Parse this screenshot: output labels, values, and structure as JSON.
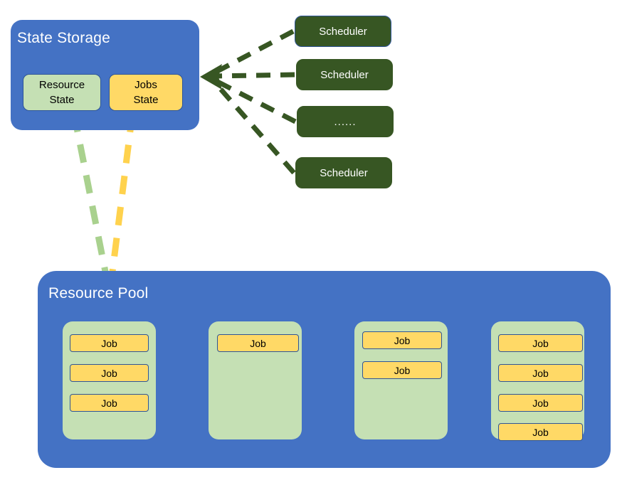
{
  "diagram": {
    "title_state_storage": "State Storage",
    "title_resource_pool": "Resource Pool",
    "colors": {
      "container_blue": "#4472C4",
      "state_green": "#C5E0B4",
      "state_yellow": "#FFD966",
      "scheduler_green": "#375623",
      "border_blue": "#2F5597",
      "arrow_green": "#375623",
      "dash_green": "#A9D18E",
      "dash_yellow": "#FFD24D",
      "text_white": "#FFFFFF",
      "text_black": "#000000"
    },
    "state_storage": {
      "label": "State Storage",
      "boxes": [
        {
          "name": "resource-state",
          "label": "Resource\nState",
          "line1": "Resource",
          "line2": "State",
          "color": "#C5E0B4"
        },
        {
          "name": "jobs-state",
          "label": "Jobs\nState",
          "line1": "Jobs",
          "line2": "State",
          "color": "#FFD966"
        }
      ]
    },
    "schedulers": [
      {
        "label": "Scheduler",
        "selected": true
      },
      {
        "label": "Scheduler",
        "selected": false
      },
      {
        "label": "......",
        "selected": false
      },
      {
        "label": "Scheduler",
        "selected": false
      }
    ],
    "resource_pool": {
      "label": "Resource Pool",
      "nodes": [
        {
          "name": "node-1",
          "jobs": [
            "Job",
            "Job",
            "Job"
          ]
        },
        {
          "name": "node-2",
          "jobs": [
            "Job"
          ]
        },
        {
          "name": "node-3",
          "jobs": [
            "Job",
            "Job"
          ]
        },
        {
          "name": "node-4",
          "jobs": [
            "Job",
            "Job",
            "Job",
            "Job"
          ]
        }
      ]
    },
    "connections": {
      "scheduler_to_state_storage": {
        "style": "dashed",
        "color": "#375623",
        "arrow_target": "State Storage",
        "count": 4
      },
      "resource_state_to_pool": {
        "style": "dashed",
        "color": "#A9D18E"
      },
      "jobs_state_to_pool": {
        "style": "dashed",
        "color": "#FFD24D"
      }
    }
  }
}
